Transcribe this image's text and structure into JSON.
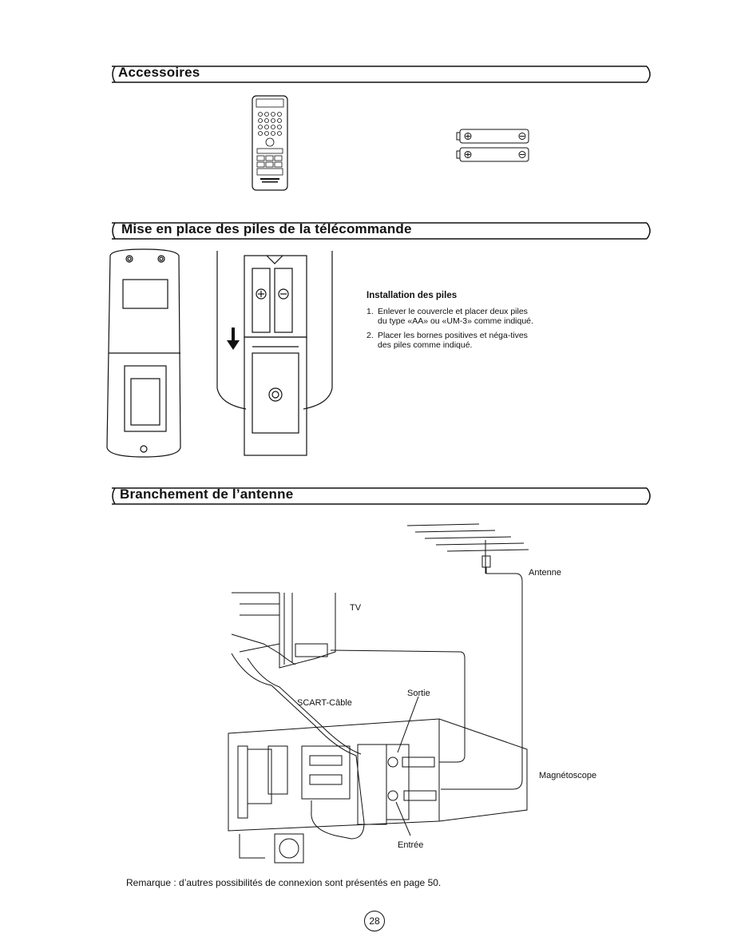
{
  "sections": {
    "accessories": {
      "title": "Accessoires"
    },
    "batteries": {
      "title": "Mise en place des piles de la télécommande"
    },
    "antenna": {
      "title": "Branchement de l’antenne"
    }
  },
  "install": {
    "heading": "Installation des piles",
    "steps": [
      {
        "num": "1.",
        "text": "Enlever le couvercle et placer deux piles du type «AA» ou «UM-3» comme indiqué."
      },
      {
        "num": "2.",
        "text": "Placer les bornes positives et néga-tives des piles comme indiqué."
      }
    ]
  },
  "diagram": {
    "antenna_label": "Antenne",
    "tv_label": "TV",
    "output_label": "Sortie",
    "scart_label": "SCART-Câble",
    "vcr_label": "Magnétoscope",
    "input_label": "Entrée"
  },
  "note": "Remarque : d’autres possibilités de connexion sont présentés en page 50.",
  "page_number": "28",
  "colors": {
    "ink": "#111111",
    "paper": "#ffffff"
  }
}
